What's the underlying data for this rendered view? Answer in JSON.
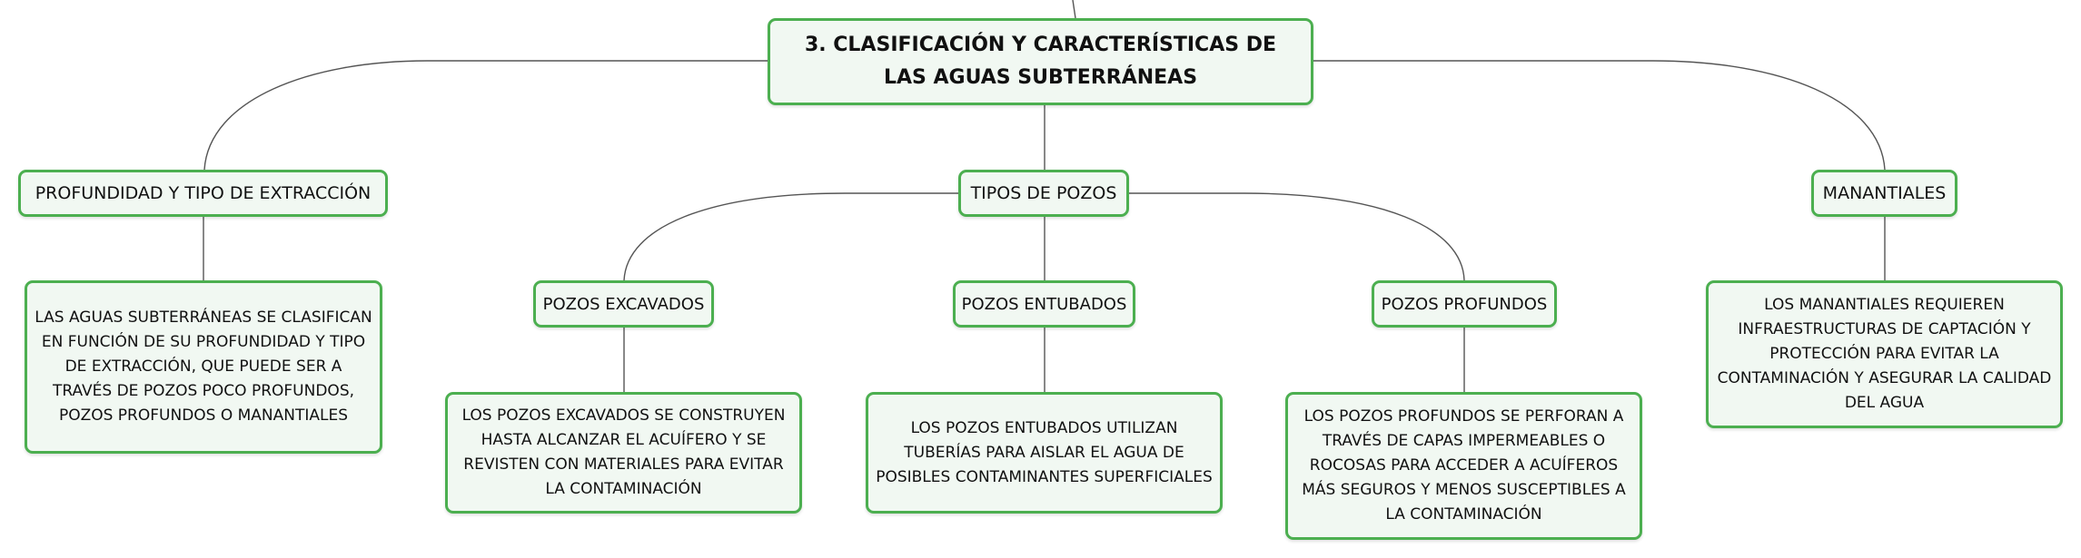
{
  "root": {
    "title": "3. CLASIFICACIÓN Y CARACTERÍSTICAS DE LAS AGUAS SUBTERRÁNEAS"
  },
  "branches": {
    "profundidad": {
      "label": "PROFUNDIDAD Y TIPO DE EXTRACCIÓN",
      "description": "LAS AGUAS SUBTERRÁNEAS SE CLASIFICAN EN FUNCIÓN DE SU PROFUNDIDAD Y TIPO DE EXTRACCIÓN, QUE PUEDE SER A TRAVÉS DE POZOS POCO PROFUNDOS, POZOS PROFUNDOS O MANANTIALES"
    },
    "tipos_pozos": {
      "label": "TIPOS DE POZOS",
      "children": {
        "excavados": {
          "label": "POZOS EXCAVADOS",
          "description": "LOS POZOS EXCAVADOS SE CONSTRUYEN HASTA ALCANZAR EL ACUÍFERO Y SE REVISTEN CON MATERIALES PARA EVITAR LA CONTAMINACIÓN"
        },
        "entubados": {
          "label": "POZOS ENTUBADOS",
          "description": "LOS POZOS ENTUBADOS UTILIZAN TUBERÍAS PARA AISLAR EL AGUA DE POSIBLES CONTAMINANTES SUPERFICIALES"
        },
        "profundos": {
          "label": "POZOS PROFUNDOS",
          "description": "LOS POZOS PROFUNDOS SE PERFORAN A TRAVÉS DE CAPAS IMPERMEABLES O ROCOSAS PARA ACCEDER A ACUÍFEROS MÁS SEGUROS Y MENOS SUSCEPTIBLES A LA CONTAMINACIÓN"
        }
      }
    },
    "manantiales": {
      "label": "MANANTIALES",
      "description": "LOS MANANTIALES REQUIEREN INFRAESTRUCTURAS DE CAPTACIÓN Y PROTECCIÓN PARA EVITAR LA CONTAMINACIÓN Y ASEGURAR LA CALIDAD DEL AGUA"
    }
  },
  "colors": {
    "node_border": "#4caf50",
    "node_fill": "#f1f8f2",
    "connector": "#555555"
  }
}
